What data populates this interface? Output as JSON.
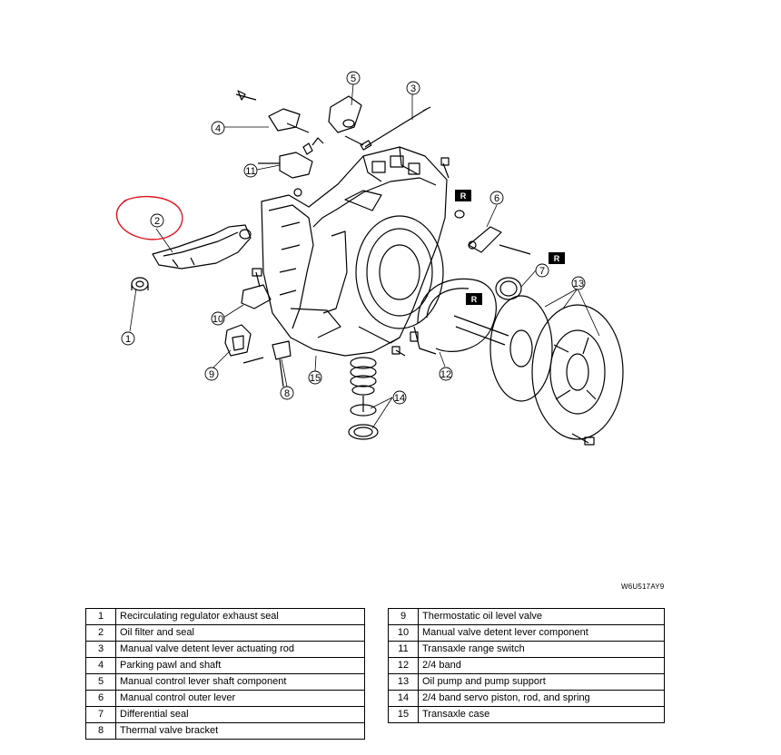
{
  "figure": {
    "code": "W6U517AY9",
    "callouts": [
      "1",
      "2",
      "3",
      "4",
      "5",
      "6",
      "7",
      "8",
      "9",
      "10",
      "11",
      "12",
      "13",
      "14",
      "15"
    ],
    "replace_marker": "R",
    "annotation_color": "#e0141e"
  },
  "legend": {
    "left": [
      {
        "num": "1",
        "desc": "Recirculating regulator exhaust seal"
      },
      {
        "num": "2",
        "desc": "Oil filter and seal"
      },
      {
        "num": "3",
        "desc": "Manual valve detent lever actuating rod"
      },
      {
        "num": "4",
        "desc": "Parking pawl and shaft"
      },
      {
        "num": "5",
        "desc": "Manual control lever shaft component"
      },
      {
        "num": "6",
        "desc": "Manual control outer lever"
      },
      {
        "num": "7",
        "desc": "Differential seal"
      },
      {
        "num": "8",
        "desc": "Thermal valve bracket"
      }
    ],
    "right": [
      {
        "num": "9",
        "desc": "Thermostatic oil level valve"
      },
      {
        "num": "10",
        "desc": "Manual valve detent lever component"
      },
      {
        "num": "11",
        "desc": "Transaxle range switch"
      },
      {
        "num": "12",
        "desc": "2/4 band"
      },
      {
        "num": "13",
        "desc": "Oil pump and pump support"
      },
      {
        "num": "14",
        "desc": "2/4 band servo piston, rod, and spring"
      },
      {
        "num": "15",
        "desc": "Transaxle case"
      }
    ]
  }
}
